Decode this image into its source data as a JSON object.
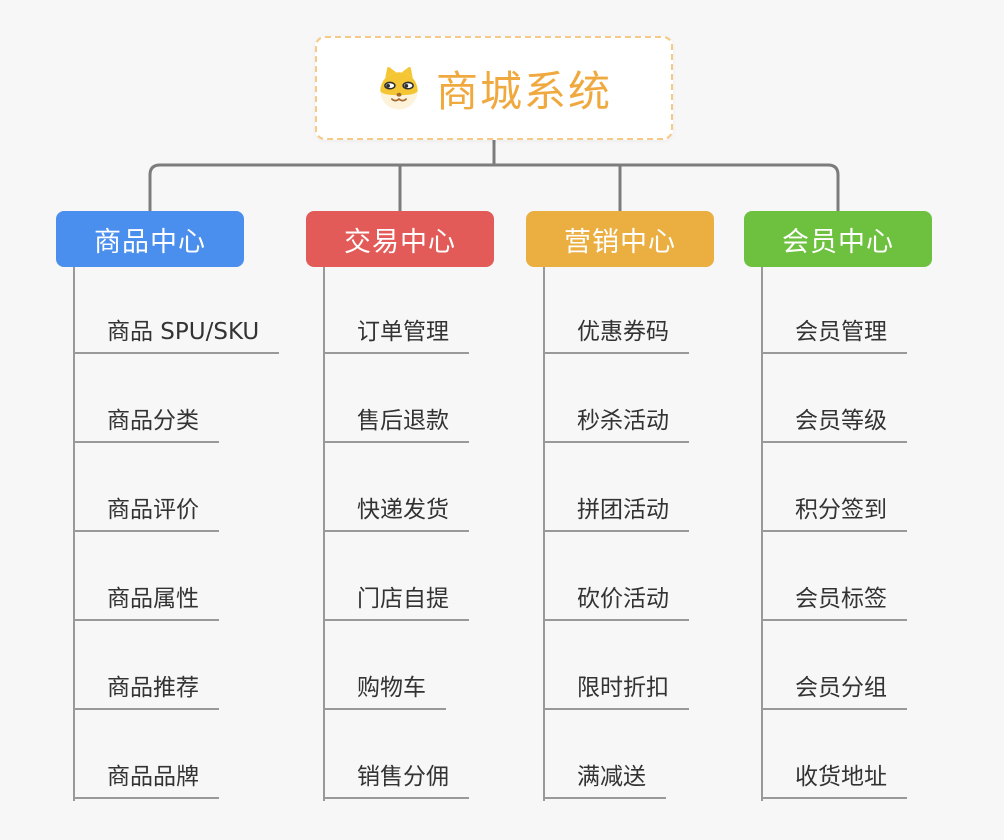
{
  "root": {
    "title": "商城系统",
    "icon": "shiba-dog-icon"
  },
  "branches": [
    {
      "label": "商品中心",
      "color": "#4A8EEE",
      "children": [
        "商品 SPU/SKU",
        "商品分类",
        "商品评价",
        "商品属性",
        "商品推荐",
        "商品品牌"
      ]
    },
    {
      "label": "交易中心",
      "color": "#E25B58",
      "children": [
        "订单管理",
        "售后退款",
        "快递发货",
        "门店自提",
        "购物车",
        "销售分佣"
      ]
    },
    {
      "label": "营销中心",
      "color": "#EBAE41",
      "children": [
        "优惠券码",
        "秒杀活动",
        "拼团活动",
        "砍价活动",
        "限时折扣",
        "满减送"
      ]
    },
    {
      "label": "会员中心",
      "color": "#6DC13F",
      "children": [
        "会员管理",
        "会员等级",
        "积分签到",
        "会员标签",
        "会员分组",
        "收货地址"
      ]
    }
  ],
  "colors": {
    "background": "#F7F7F7",
    "connector_line": "#7C7C7C",
    "underline": "#999999",
    "leaf_text": "#333333",
    "root_text": "#F0A93F",
    "root_border": "#F6C987"
  }
}
